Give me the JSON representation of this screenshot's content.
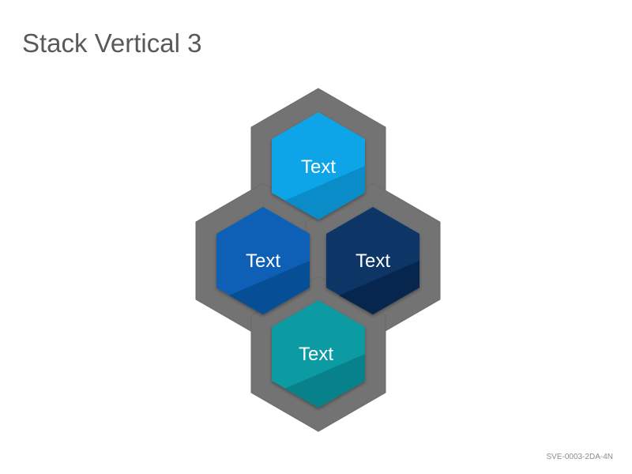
{
  "slide": {
    "title": "Stack Vertical 3",
    "footer_code": "SVE-0003-2DA-4N"
  },
  "diagram": {
    "hexagons": [
      {
        "label": "Text",
        "color": "#0BA5E8",
        "shade": "#0A87C2"
      },
      {
        "label": "Text",
        "color": "#0860B5",
        "shade": "#064C92"
      },
      {
        "label": "Text",
        "color": "#0B3566",
        "shade": "#072349"
      },
      {
        "label": "Text",
        "color": "#0A9BA3",
        "shade": "#087E86"
      }
    ],
    "frame_color": "#737373"
  }
}
